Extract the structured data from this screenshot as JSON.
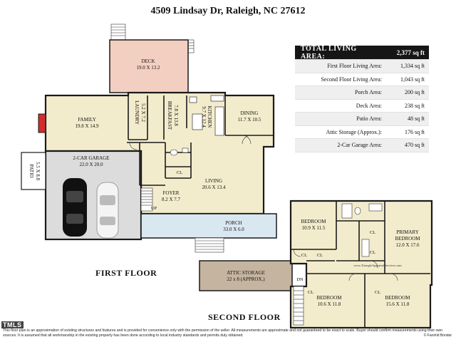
{
  "title": "4509 Lindsay Dr, Raleigh, NC 27612",
  "areas": [
    {
      "label": "TOTAL LIVING AREA:",
      "value": "2,377 sq ft"
    },
    {
      "label": "First Floor Living Area:",
      "value": "1,334 sq ft"
    },
    {
      "label": "Second Floor Living Area:",
      "value": "1,043 sq ft"
    },
    {
      "label": "Porch Area:",
      "value": "200 sq ft"
    },
    {
      "label": "Deck Area:",
      "value": "238 sq ft"
    },
    {
      "label": "Patio Area:",
      "value": "48 sq ft"
    },
    {
      "label": "Attic Storage (Approx.):",
      "value": "176 sq ft"
    },
    {
      "label": "2-Car Garage Area:",
      "value": "470 sq ft"
    }
  ],
  "rooms": {
    "deck": {
      "name": "DECK",
      "dims": "19.0 X 13.2"
    },
    "family": {
      "name": "FAMILY",
      "dims": "19.8 X 14.9"
    },
    "laundry": {
      "name": "LAUNDRY",
      "dims": "5.2 X 7.2"
    },
    "breakfast": {
      "name": "BREAKFAST",
      "dims": "7.8 X 13.8"
    },
    "kitchen": {
      "name": "KITCHEN",
      "dims": "9.7 X 12.4"
    },
    "dining": {
      "name": "DINING",
      "dims": "11.7 X 10.5"
    },
    "garage": {
      "name": "2-CAR GARAGE",
      "dims": "22.0 X 20.0"
    },
    "patio": {
      "name": "PATIO",
      "dims": "5.5 X 8.8"
    },
    "living": {
      "name": "LIVING",
      "dims": "20.6 X 13.4"
    },
    "foyer": {
      "name": "FOYER",
      "dims": "8.2 X 7.7"
    },
    "porch": {
      "name": "PORCH",
      "dims": "33.0 X 6.0"
    },
    "bedroom1": {
      "name": "BEDROOM",
      "dims": "10.9 X 11.5"
    },
    "primary": {
      "name": "PRIMARY",
      "name2": "BEDROOM",
      "dims": "12.0 X 17.6"
    },
    "attic": {
      "name": "ATTIC STORAGE",
      "dims": "22 x 8 (APPROX.)"
    },
    "bedroom2": {
      "name": "BEDROOM",
      "dims": "10.6 X 11.8"
    },
    "bedroom3": {
      "name": "BEDROOM",
      "dims": "15.6 X 11.8"
    }
  },
  "marks": {
    "cl": "CL",
    "up": "UP",
    "dn": "DN",
    "website": "www.TriangleAppraisalServices.com"
  },
  "floors": {
    "first": "FIRST FLOOR",
    "second": "SECOND FLOOR"
  },
  "disclaimer": "This floor plan is an approximation of existing structures and features and is provided for convenience only with the permission of the seller. All measurements are approximate and not guaranteed to be exact to scale. Buyer should confirm measurements using their own sources. It is assumed that all workmanship in the existing property has been done according to local industry standards and permits duly obtained.",
  "copyright": "© Farshid Bondar",
  "logo": "TMLS",
  "colors": {
    "deck": "#f3cfc2",
    "rooms": "#f3eccc",
    "garage": "#dcdcdc",
    "porch": "#d9e7f1",
    "attic": "#c5b49f",
    "wall": "#1a1a1a",
    "fireplace": "#d22d2d"
  }
}
